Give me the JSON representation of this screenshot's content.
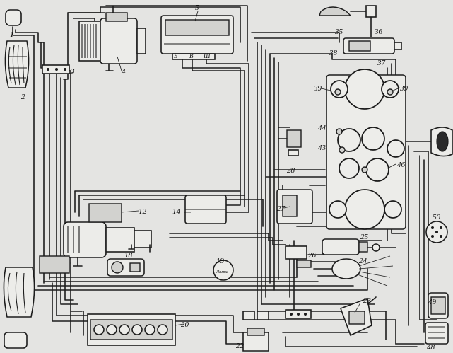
{
  "labels": {
    "n1": "1",
    "n2": "2",
    "n3": "3",
    "n4": "4",
    "n5": "5",
    "n12": "12",
    "n14": "14",
    "n18": "18",
    "n19": "19",
    "n20": "20",
    "n22": "22",
    "n23": "23",
    "n24": "24",
    "n25": "25",
    "n26": "26",
    "n27": "27",
    "n28": "28",
    "n35": "35",
    "n36": "36",
    "n37": "37",
    "n38": "38",
    "n39a": "39",
    "n39b": "39",
    "n43": "43",
    "n44": "44",
    "n46": "46",
    "n48": "48",
    "n49": "49",
    "n50": "50"
  },
  "terminals": {
    "t_b": "Б",
    "t_v": "В",
    "t_sh": "Ш"
  },
  "lamp_text": "Лампа"
}
